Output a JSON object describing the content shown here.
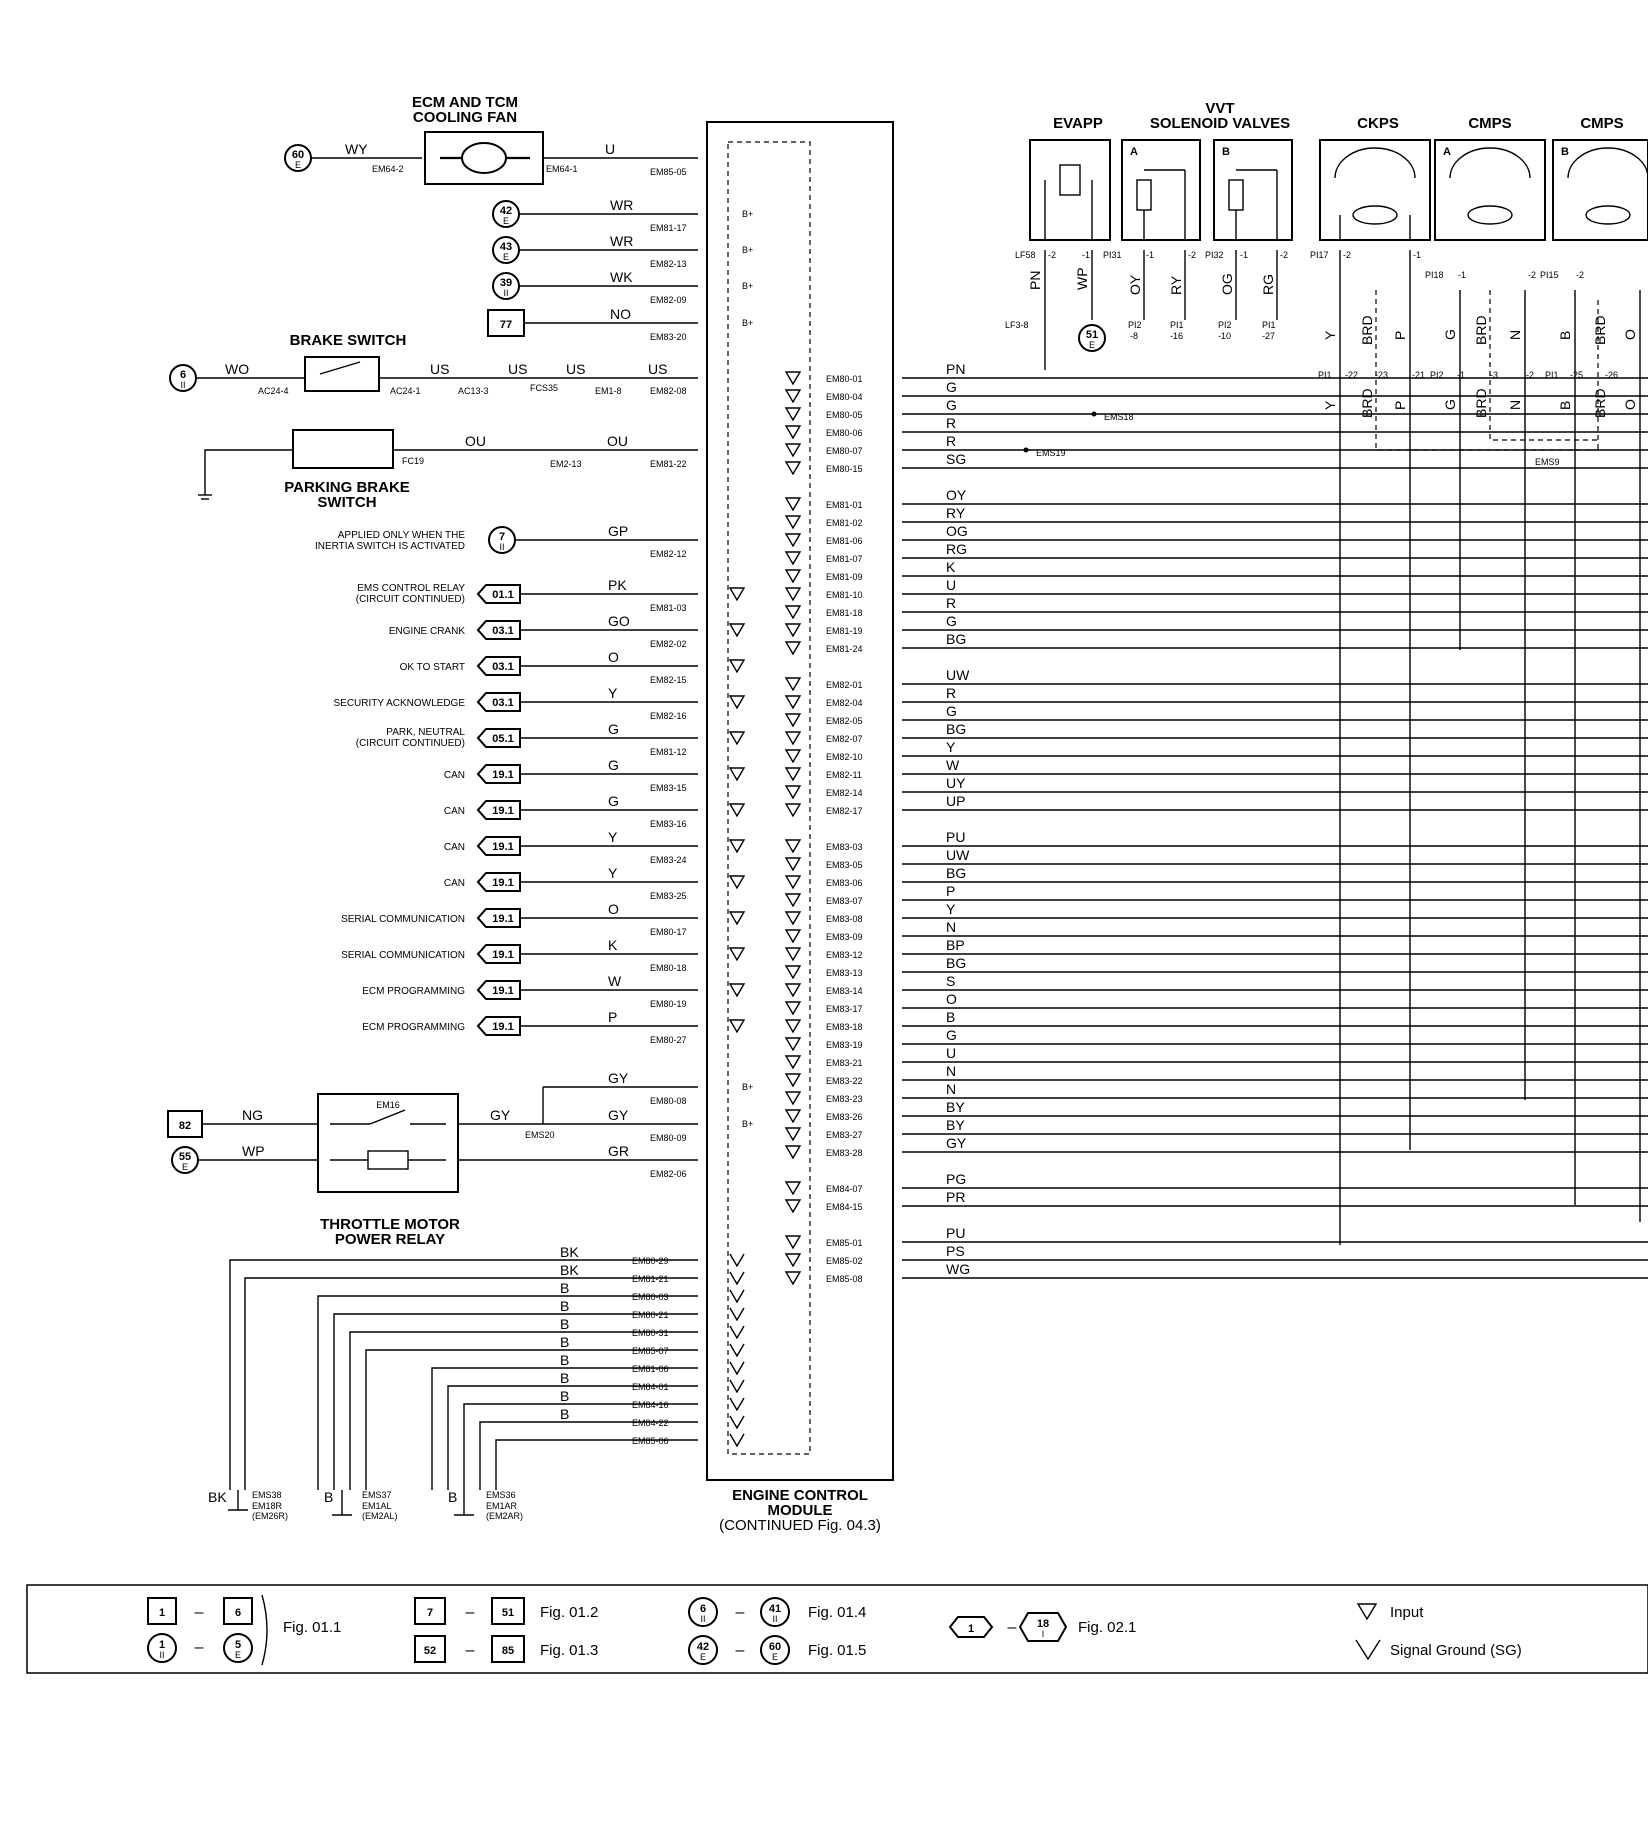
{
  "components": {
    "cooling_fan": [
      "ECM AND TCM",
      "COOLING FAN"
    ],
    "brake_switch": "BRAKE SWITCH",
    "parking_brake_switch": [
      "PARKING BRAKE",
      "SWITCH"
    ],
    "throttle_relay": [
      "THROTTLE MOTOR",
      "POWER RELAY"
    ],
    "ecm": [
      "ENGINE CONTROL",
      "MODULE",
      "(CONTINUED Fig. 04.3)"
    ],
    "evapp": "EVAPP",
    "vvt": [
      "VVT",
      "SOLENOID VALVES"
    ],
    "ckps": "CKPS",
    "cmps_a": "CMPS",
    "cmps_b": "CMPS",
    "relay_code": "EM16",
    "inertia_note": [
      "APPLIED ONLY WHEN THE",
      "INERTIA SWITCH IS ACTIVATED"
    ]
  },
  "left_signals": [
    {
      "label": "EMS CONTROL RELAY",
      "label2": "(CIRCUIT CONTINUED)",
      "ref": "01.1",
      "wire": "PK",
      "pin": "EM81-03"
    },
    {
      "label": "ENGINE CRANK",
      "ref": "03.1",
      "wire": "GO",
      "pin": "EM82-02"
    },
    {
      "label": "OK TO START",
      "ref": "03.1",
      "wire": "O",
      "pin": "EM82-15"
    },
    {
      "label": "SECURITY ACKNOWLEDGE",
      "ref": "03.1",
      "wire": "Y",
      "pin": "EM82-16"
    },
    {
      "label": "PARK, NEUTRAL",
      "label2": "(CIRCUIT CONTINUED)",
      "ref": "05.1",
      "wire": "G",
      "pin": "EM81-12"
    },
    {
      "label": "CAN",
      "ref": "19.1",
      "wire": "G",
      "pin": "EM83-15"
    },
    {
      "label": "CAN",
      "ref": "19.1",
      "wire": "G",
      "pin": "EM83-16"
    },
    {
      "label": "CAN",
      "ref": "19.1",
      "wire": "Y",
      "pin": "EM83-24"
    },
    {
      "label": "CAN",
      "ref": "19.1",
      "wire": "Y",
      "pin": "EM83-25"
    },
    {
      "label": "SERIAL COMMUNICATION",
      "ref": "19.1",
      "wire": "O",
      "pin": "EM80-17"
    },
    {
      "label": "SERIAL COMMUNICATION",
      "ref": "19.1",
      "wire": "K",
      "pin": "EM80-18"
    },
    {
      "label": "ECM PROGRAMMING",
      "ref": "19.1",
      "wire": "W",
      "pin": "EM80-19"
    },
    {
      "label": "ECM PROGRAMMING",
      "ref": "19.1",
      "wire": "P",
      "pin": "EM80-27"
    }
  ],
  "top_left": [
    {
      "ref": "60",
      "sub": "E",
      "wire": "WY",
      "pin_a": "EM64-2",
      "pin_b": "EM64-1",
      "wire2": "U",
      "pin": "EM85-05"
    },
    {
      "ref": "42",
      "sub": "E",
      "wire": "WR",
      "pin": "EM81-17",
      "tag": "B+"
    },
    {
      "ref": "43",
      "sub": "E",
      "wire": "WR",
      "pin": "EM82-13",
      "tag": "B+"
    },
    {
      "ref": "39",
      "sub": "II",
      "wire": "WK",
      "pin": "EM82-09",
      "tag": "B+"
    },
    {
      "ref": "77",
      "wire": "NO",
      "pin": "EM83-20",
      "tag": "B+"
    }
  ],
  "brake": {
    "ref": "6",
    "sub": "II",
    "wires": [
      "WO",
      "US",
      "US",
      "US",
      "US"
    ],
    "pins": [
      "AC24-4",
      "AC24-1",
      "AC13-3",
      "FCS35",
      "EM1-8",
      "EM82-08"
    ]
  },
  "parking": {
    "wires": [
      "OU",
      "OU"
    ],
    "pins": [
      "FC19",
      "EM2-13",
      "EM81-22"
    ]
  },
  "inertia": {
    "ref": "7",
    "sub": "II",
    "wire": "GP",
    "pin": "EM82-12"
  },
  "relay": {
    "ref_a": "82",
    "ref_b": "55",
    "ref_b_sub": "E",
    "wire_a": "NG",
    "wire_b": "WP",
    "out": "GY",
    "splice": "EMS20",
    "rows": [
      {
        "wire": "GY",
        "pin": "EM80-08",
        "tag": "B+"
      },
      {
        "wire": "GY",
        "pin": "EM80-09",
        "tag": "B+"
      },
      {
        "wire": "GR",
        "pin": "EM82-06"
      }
    ]
  },
  "grounds": [
    {
      "wire": "BK",
      "pin": "EM80-29"
    },
    {
      "wire": "BK",
      "pin": "EM81-21"
    },
    {
      "wire": "B",
      "pin": "EM80-03"
    },
    {
      "wire": "B",
      "pin": "EM80-21"
    },
    {
      "wire": "B",
      "pin": "EM80-31"
    },
    {
      "wire": "B",
      "pin": "EM85-07"
    },
    {
      "wire": "B",
      "pin": "EM81-06"
    },
    {
      "wire": "B",
      "pin": "EM84-01"
    },
    {
      "wire": "B",
      "pin": "EM84-16"
    },
    {
      "wire": "B",
      "pin": "EM84-22"
    },
    {
      "wire": "",
      "pin": "EM85-06"
    }
  ],
  "ground_points": [
    {
      "wire": "BK",
      "splice": "EMS38",
      "loc": "EM18R",
      "loc2": "(EM26R)"
    },
    {
      "wire": "B",
      "splice": "EMS37",
      "loc": "EM1AL",
      "loc2": "(EM2AL)"
    },
    {
      "wire": "B",
      "splice": "EMS36",
      "loc": "EM1AR",
      "loc2": "(EM2AR)"
    }
  ],
  "right_signals": [
    {
      "pin": "EM80-01",
      "wire": "PN"
    },
    {
      "pin": "EM80-04",
      "wire": "G"
    },
    {
      "pin": "EM80-05",
      "wire": "G"
    },
    {
      "pin": "EM80-06",
      "wire": "R"
    },
    {
      "pin": "EM80-07",
      "wire": "R"
    },
    {
      "pin": "EM80-15",
      "wire": "SG"
    },
    {
      "pin": "EM81-01",
      "wire": "OY"
    },
    {
      "pin": "EM81-02",
      "wire": "RY"
    },
    {
      "pin": "EM81-06",
      "wire": "OG"
    },
    {
      "pin": "EM81-07",
      "wire": "RG"
    },
    {
      "pin": "EM81-09",
      "wire": "K"
    },
    {
      "pin": "EM81-10",
      "wire": "U"
    },
    {
      "pin": "EM81-18",
      "wire": "R"
    },
    {
      "pin": "EM81-19",
      "wire": "G"
    },
    {
      "pin": "EM81-24",
      "wire": "BG"
    },
    {
      "pin": "EM82-01",
      "wire": "UW"
    },
    {
      "pin": "EM82-04",
      "wire": "R"
    },
    {
      "pin": "EM82-05",
      "wire": "G"
    },
    {
      "pin": "EM82-07",
      "wire": "BG"
    },
    {
      "pin": "EM82-10",
      "wire": "Y"
    },
    {
      "pin": "EM82-11",
      "wire": "W"
    },
    {
      "pin": "EM82-14",
      "wire": "UY"
    },
    {
      "pin": "EM82-17",
      "wire": "UP"
    },
    {
      "pin": "EM83-03",
      "wire": "PU"
    },
    {
      "pin": "EM83-05",
      "wire": "UW"
    },
    {
      "pin": "EM83-06",
      "wire": "BG"
    },
    {
      "pin": "EM83-07",
      "wire": "P"
    },
    {
      "pin": "EM83-08",
      "wire": "Y"
    },
    {
      "pin": "EM83-09",
      "wire": "N"
    },
    {
      "pin": "EM83-12",
      "wire": "BP"
    },
    {
      "pin": "EM83-13",
      "wire": "BG"
    },
    {
      "pin": "EM83-14",
      "wire": "S"
    },
    {
      "pin": "EM83-17",
      "wire": "O"
    },
    {
      "pin": "EM83-18",
      "wire": "B"
    },
    {
      "pin": "EM83-19",
      "wire": "G"
    },
    {
      "pin": "EM83-21",
      "wire": "U"
    },
    {
      "pin": "EM83-22",
      "wire": "N"
    },
    {
      "pin": "EM83-23",
      "wire": "N"
    },
    {
      "pin": "EM83-26",
      "wire": "BY"
    },
    {
      "pin": "EM83-27",
      "wire": "BY"
    },
    {
      "pin": "EM83-28",
      "wire": "GY"
    },
    {
      "pin": "EM84-07",
      "wire": "PG"
    },
    {
      "pin": "EM84-15",
      "wire": "PR"
    },
    {
      "pin": "EM85-01",
      "wire": "PU"
    },
    {
      "pin": "EM85-02",
      "wire": "PS"
    },
    {
      "pin": "EM85-08",
      "wire": "WG"
    }
  ],
  "splices_right": [
    "EMS18",
    "EMS19",
    "EMS9"
  ],
  "top_sensors": {
    "evapp_pins": [
      "LF58",
      "-2",
      "-1"
    ],
    "evapp_wires": [
      "PN",
      "WP"
    ],
    "evapp_conn": "LF3-8",
    "evapp_ref": "51",
    "evapp_ref_sub": "E",
    "vvt_a": "A",
    "vvt_b": "B",
    "vvt_pins": [
      "PI31",
      "-1",
      "-2",
      "PI32",
      "-1",
      "-2"
    ],
    "vvt_wires": [
      "OY",
      "RY",
      "OG",
      "RG"
    ],
    "vvt_conn": [
      "PI2",
      "-8",
      "PI1",
      "-16",
      "PI2",
      "-10",
      "PI1",
      "-27"
    ],
    "ckps_pins": [
      "PI17",
      "-2",
      "-1"
    ],
    "ckps_wires": [
      "Y",
      "BRD",
      "P"
    ],
    "ckps_conn": [
      "PI1",
      "-22",
      "-23",
      "-21"
    ],
    "cmps_a_pins": [
      "PI18",
      "-1",
      "-2"
    ],
    "cmps_a_wires": [
      "G",
      "BRD",
      "N"
    ],
    "cmps_a_conn": [
      "PI2",
      "-1",
      "-3",
      "-2"
    ],
    "cmps_b_pins": [
      "PI15",
      "-2"
    ],
    "cmps_b_wires": [
      "B",
      "BRD",
      "O"
    ],
    "cmps_b_conn": [
      "PI1",
      "-25",
      "-26"
    ]
  },
  "legend": {
    "groups": [
      {
        "a": "1",
        "b": "6",
        "fig": "Fig. 01.1"
      },
      {
        "a": "7",
        "b": "51",
        "fig": "Fig. 01.2"
      },
      {
        "a": "52",
        "b": "85",
        "fig": "Fig. 01.3"
      },
      {
        "a": "6",
        "b": "41",
        "fig": "Fig. 01.4"
      },
      {
        "a": "42",
        "b": "60",
        "fig": "Fig. 01.5"
      },
      {
        "a": "1",
        "b": "18",
        "fig": "Fig. 02.1"
      },
      {
        "a": "1",
        "b": "5"
      }
    ],
    "input": "Input",
    "signal_ground": "Signal Ground (SG)",
    "subs": [
      "II",
      "E",
      "I"
    ]
  }
}
